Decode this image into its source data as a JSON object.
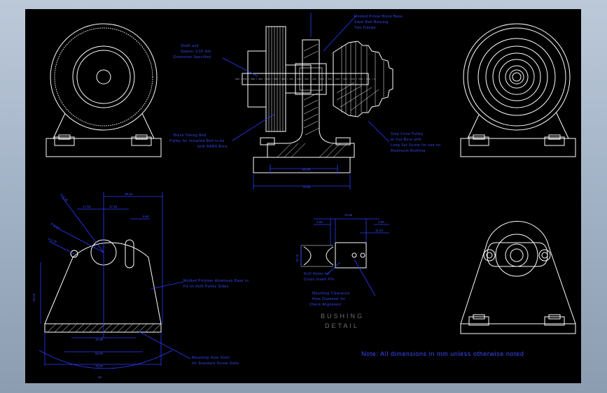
{
  "drawing": {
    "callouts": {
      "shaft": [
        "Shaft and",
        "Spacer 1/10 mm",
        "Extension Specified"
      ],
      "timing_pulley": [
        "Block Timing Belt",
        "Pulley for Installed Belt to be",
        "with NABS Bore"
      ],
      "bearing_block": [
        "Molded Pillow Block Base",
        "Steel Ball Bearing",
        "Two Flange"
      ],
      "step_cone": [
        "Step Cone Pulley",
        "at Out-Bore with",
        "Long Set Screw for use on",
        "Aluminum Bushing"
      ],
      "base_plate": [
        "Molded Polymer Aluminum Base to",
        "Fit on both Pulley Sides"
      ],
      "mount_holes": [
        "Mounting Hole Slots",
        "for Standard Screw Slots"
      ],
      "bushing_note1": [
        "Drill Holes for",
        "Cross Insert Pin"
      ],
      "bushing_note2": [
        "Mounting Clearance",
        "Hole Diameter for",
        "Check Alignment"
      ]
    },
    "dims": {
      "top_width": "50.80",
      "base_width": "76.20",
      "front_a": "38.10",
      "front_b": "17.53",
      "front_c": "6.60",
      "front_d": "15.88",
      "front_e": "15.86",
      "front_f": "50.80",
      "front_g": "76.20",
      "front_h": "88",
      "front_height": "38.10",
      "ang1": "R.6.35",
      "ang2": "R.9.53",
      "ang3": "R.6.35",
      "bush_overall": "22.86",
      "bush_a": "1.60",
      "bush_b": "1.60",
      "bush_c": "11.43",
      "bush_d": "10.16"
    },
    "bushing_title": [
      "BUSHING",
      "DETAIL"
    ],
    "note": "Note: All dimensions in mm unless otherwise noted"
  }
}
